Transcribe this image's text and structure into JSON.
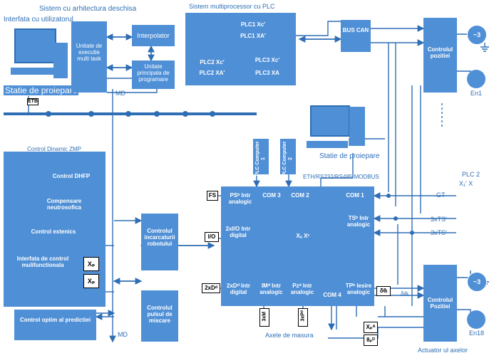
{
  "top_captions": {
    "architecture": "Sistem cu arhitectura deschisa",
    "user_interface": "Interfata cu utilizatorul",
    "multiprocessor": "Sistem multiprocessor cu PLC"
  },
  "blocks": {
    "execution_unit": "Unitate de executie multi task",
    "interpolator": "Interpolator",
    "programming_unit": "Unitate principala de programare",
    "bus_can": "BUS CAN",
    "position_control_top": "Controlul pozitiei",
    "position_control_bottom": "Controlul Pozitiei",
    "control_dhfp": "Control DHFP",
    "compensation": "Compensare neutrosofica",
    "extenics": "Control extenics",
    "multifunctional": "Interfata de control mulifunctionala",
    "robot_load": "Controlul incarcaturii robotului",
    "motion_pulse": "Controlul pulsul de miscare",
    "optimal_control": "Control optim al predictiei",
    "plc_computer_1": "PLC Computer 1",
    "plc_computer_2": "PLC Computer 2"
  },
  "plc_labels": {
    "plc1_xc": "PLC1 Xc′",
    "plc1_xa": "PLC1 XA′",
    "plc2_xc": "PLC2 Xc′",
    "plc2_xa": "PLC2 XA′",
    "plc3_xc": "PLC3 Xc′",
    "plc3_xa": "PLC3 XA"
  },
  "labels": {
    "workstation_left": "Statie de proiepare",
    "workstation_center": "Statie de proiepare",
    "etb": "ETB",
    "md_top": "MD",
    "md_bottom": "MD",
    "dynamic_control": "Control Dinamic ZMP",
    "eth_modbus": "ETH/RS232/RS485  MODBUS",
    "plc2_right": "PLC 2",
    "plc2_right_sub": "X₁′  X",
    "gt": "GT",
    "ts1": "3xTS′",
    "ts2": "3xTS′",
    "axes": "Axele de masura",
    "actuator": "Actuator ul axelor",
    "en1": "En1",
    "en18": "En18",
    "motor": "~3",
    "xp1": "Xₚ",
    "xp2": "Xₚ",
    "delta_theta_right": "δθᵢ",
    "xp_a": "Xₚᴬ",
    "theta_p_d": "θₚᴰ"
  },
  "main_board": {
    "ps": "PSᵇ Intr analogic",
    "com3": "COM 3",
    "com2": "COM 2",
    "com1": "COM 1",
    "ts": "TSᵇ Intr analogic",
    "io": "2xI/O Intr digital",
    "xa_xc": "Xₐ  Xᶜ",
    "dd": "2xDᵈ Intr digital",
    "im": "IMᵈ Intr analogic",
    "pz": "Pzᵈ Intr analogic",
    "com4": "COM 4",
    "tp": "TPᵇ Iesire analogic",
    "delta_theta": "δθᵢ",
    "fs": "FS",
    "io_in": "I/O",
    "dd_in": "2xDᵈ",
    "xm": "3xM",
    "xp2": "3xPᵈ"
  },
  "colors": {
    "block": "#4f8fd6",
    "wire": "#2f6eb5",
    "caption": "#2f6eb5"
  }
}
